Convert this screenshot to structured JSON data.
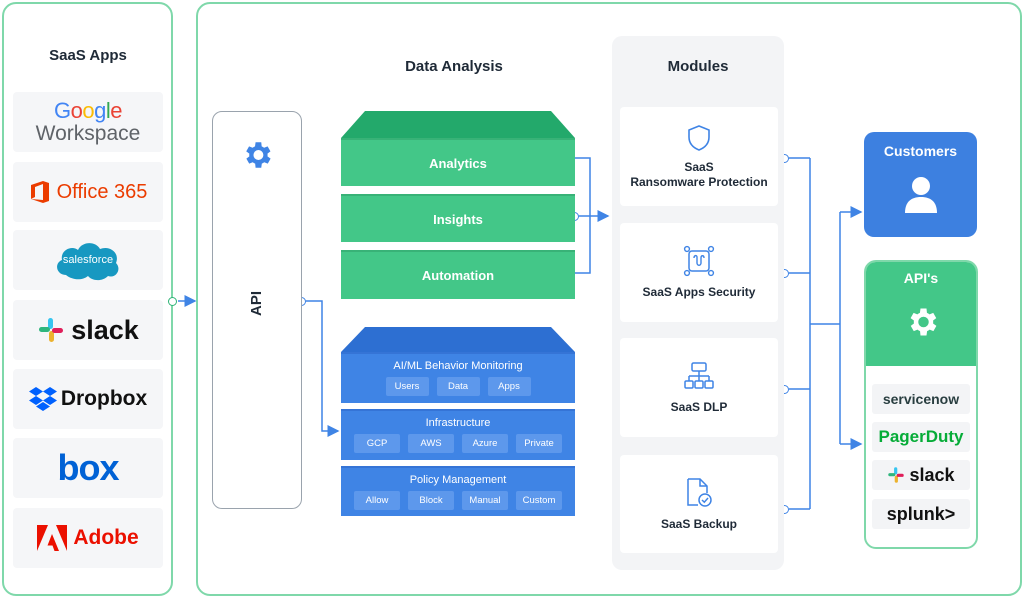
{
  "saas_apps": {
    "title": "SaaS Apps",
    "apps": [
      {
        "line1": "Google",
        "line2": "Workspace"
      },
      {
        "name": "Office 365"
      },
      {
        "name": "salesforce"
      },
      {
        "name": "slack"
      },
      {
        "name": "Dropbox"
      },
      {
        "name": "box"
      },
      {
        "name": "Adobe"
      }
    ]
  },
  "api": {
    "label": "API"
  },
  "data_analysis": {
    "title": "Data Analysis",
    "green_layers": [
      "Analytics",
      "Insights",
      "Automation"
    ],
    "blue_layers": [
      {
        "title": "AI/ML Behavior Monitoring",
        "chips": [
          "Users",
          "Data",
          "Apps"
        ]
      },
      {
        "title": "Infrastructure",
        "chips": [
          "GCP",
          "AWS",
          "Azure",
          "Private"
        ]
      },
      {
        "title": "Policy Management",
        "chips": [
          "Allow",
          "Block",
          "Manual",
          "Custom"
        ]
      }
    ]
  },
  "modules": {
    "title": "Modules",
    "items": [
      {
        "line1": "SaaS",
        "line2": "Ransomware Protection",
        "icon": "shield-icon"
      },
      {
        "line1": "SaaS Apps Security",
        "line2": "",
        "icon": "apps-security-icon"
      },
      {
        "line1": "SaaS DLP",
        "line2": "",
        "icon": "hierarchy-icon"
      },
      {
        "line1": "SaaS Backup",
        "line2": "",
        "icon": "document-backup-icon"
      }
    ]
  },
  "customers": {
    "title": "Customers",
    "icon": "user-icon"
  },
  "apis": {
    "title": "API's",
    "icon": "gear-icon",
    "integrations": [
      "servicenow",
      "PagerDuty",
      "slack",
      "splunk>"
    ]
  },
  "colors": {
    "green": "#43c788",
    "blue": "#3f84e5",
    "border_green": "#7fd8aa"
  }
}
